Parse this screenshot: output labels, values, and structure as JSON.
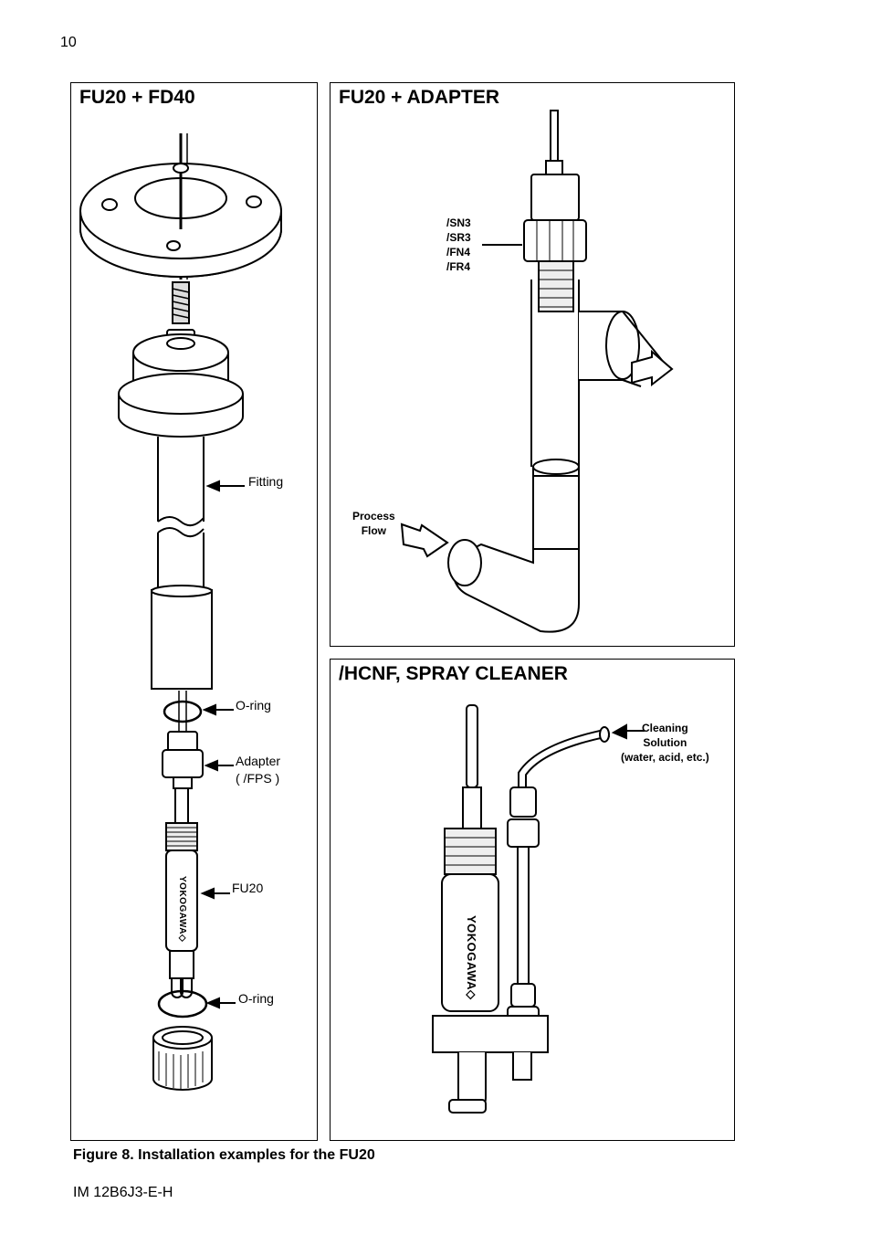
{
  "page_number": "10",
  "panels": {
    "fd40": {
      "title": "FU20 + FD40",
      "labels": {
        "fitting": "Fitting",
        "oring_top": "O-ring",
        "adapter_line1": "Adapter",
        "adapter_line2": "( /FPS )",
        "fu20": "FU20",
        "oring_bottom": "O-ring"
      }
    },
    "adapter": {
      "title": "FU20 + ADAPTER",
      "options": [
        "/SN3",
        "/SR3",
        "/FN4",
        "/FR4"
      ],
      "process_flow_line1": "Process",
      "process_flow_line2": "Flow"
    },
    "spray": {
      "title": "/HCNF, SPRAY CLEANER",
      "cleaning_line1": "Cleaning",
      "cleaning_line2": "Solution",
      "cleaning_line3": "(water, acid, etc.)"
    }
  },
  "brand_mark": "YOKOGAWA◇",
  "caption": "Figure 8. Installation examples for the FU20",
  "footer": "IM 12B6J3-E-H"
}
